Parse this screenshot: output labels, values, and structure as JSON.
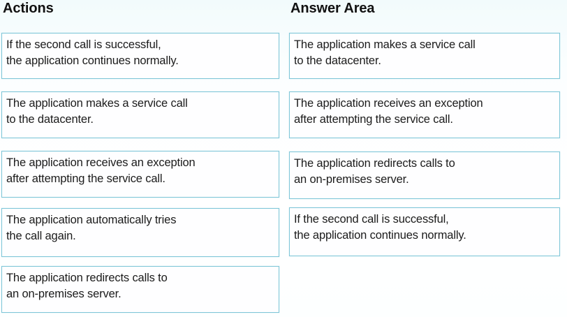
{
  "columns": {
    "left": {
      "title": "Actions",
      "items": [
        {
          "text": "If the second call is successful,\nthe application continues normally."
        },
        {
          "text": "The application makes a service call\nto the datacenter."
        },
        {
          "text": "The application receives an exception\nafter attempting the service call."
        },
        {
          "text": "The application automatically tries\nthe call again."
        },
        {
          "text": "The application redirects calls to\nan on-premises server."
        }
      ]
    },
    "right": {
      "title": "Answer Area",
      "items": [
        {
          "text": "The application makes a service call\nto the datacenter."
        },
        {
          "text": "The application receives an exception\nafter attempting the service call."
        },
        {
          "text": "The application redirects calls to\nan on-premises server."
        },
        {
          "text": "If the second call is successful,\nthe application continues normally."
        }
      ]
    }
  },
  "colors": {
    "card_border": "#7fc6d8",
    "card_background": "#fefeff",
    "page_background": "#fdffff",
    "text": "#1b1b1b",
    "title_text": "#111111"
  }
}
